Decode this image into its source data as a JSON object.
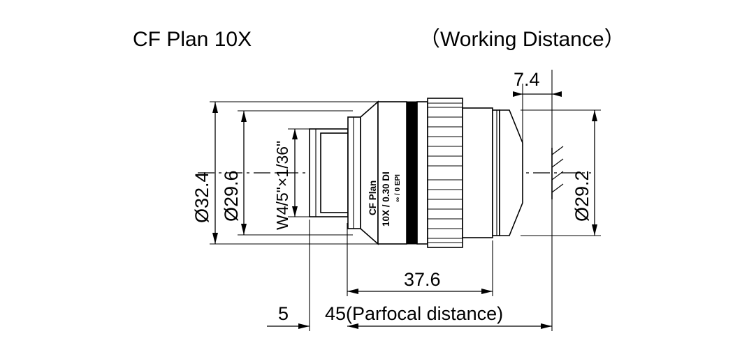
{
  "header": {
    "model_title": "CF Plan 10X",
    "right_title": "（Working Distance）"
  },
  "dimensions": {
    "outer_diameter": "Ø32.4",
    "flange_diameter": "Ø29.6",
    "thread_spec": "W4/5\"×1/36\"",
    "nose_diameter": "Ø29.2",
    "working_distance": "7.4",
    "body_length": "37.6",
    "parfocal": "45(Parfocal distance)",
    "thread_length": "5"
  },
  "engraving": {
    "line1": "CF Plan",
    "line2": "10X / 0.30 DI",
    "line3": "∞ / 0 EPI"
  },
  "colors": {
    "line": "#000000",
    "background": "#ffffff",
    "band": "#000000"
  }
}
